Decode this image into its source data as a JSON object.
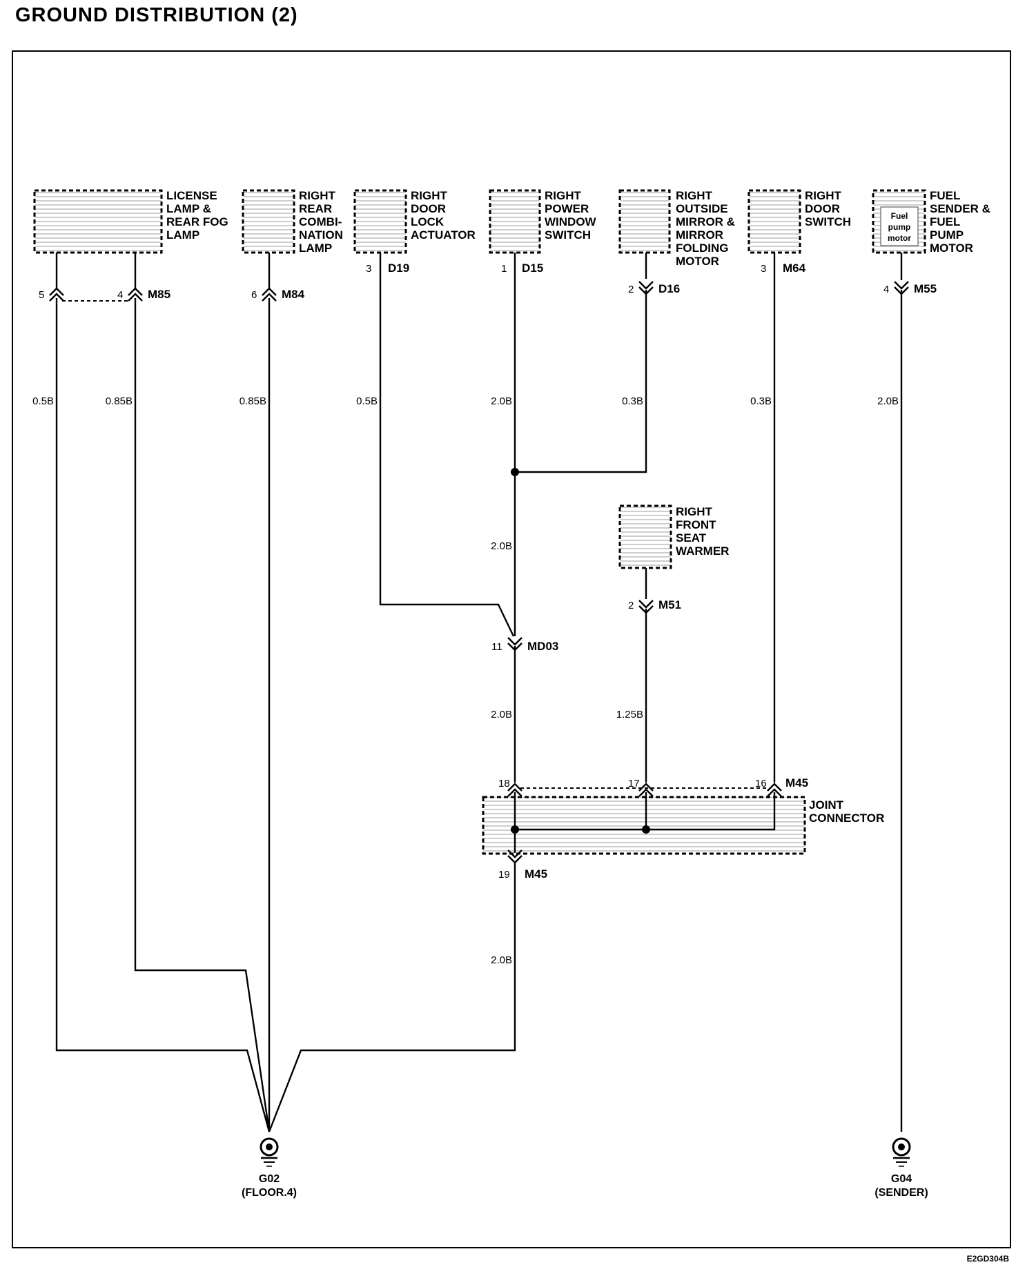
{
  "title": "GROUND DISTRIBUTION (2)",
  "components": {
    "license": {
      "lines": [
        "LICENSE",
        "LAMP &",
        "REAR FOG",
        "LAMP"
      ]
    },
    "rear_combo": {
      "lines": [
        "RIGHT",
        "REAR",
        "COMBI-",
        "NATION",
        "LAMP"
      ]
    },
    "door_lock": {
      "lines": [
        "RIGHT",
        "DOOR",
        "LOCK",
        "ACTUATOR"
      ]
    },
    "power_window": {
      "lines": [
        "RIGHT",
        "POWER",
        "WINDOW",
        "SWITCH"
      ]
    },
    "outside_mirror": {
      "lines": [
        "RIGHT",
        "OUTSIDE",
        "MIRROR &",
        "MIRROR",
        "FOLDING",
        "MOTOR"
      ]
    },
    "door_switch": {
      "lines": [
        "RIGHT",
        "DOOR",
        "SWITCH"
      ]
    },
    "fuel_sender": {
      "lines": [
        "FUEL",
        "SENDER &",
        "FUEL",
        "PUMP",
        "MOTOR"
      ],
      "inner": [
        "Fuel",
        "pump",
        "motor"
      ]
    },
    "seat_warmer": {
      "lines": [
        "RIGHT",
        "FRONT",
        "SEAT",
        "WARMER"
      ]
    },
    "joint_connector": {
      "lines": [
        "JOINT",
        "CONNECTOR"
      ]
    }
  },
  "connectors": {
    "m85": {
      "pin_a": "5",
      "pin_b": "4",
      "code": "M85"
    },
    "m84": {
      "pin": "6",
      "code": "M84"
    },
    "d19": {
      "pin": "3",
      "code": "D19"
    },
    "d15": {
      "pin": "1",
      "code": "D15"
    },
    "d16": {
      "pin": "2",
      "code": "D16"
    },
    "m64": {
      "pin": "3",
      "code": "M64"
    },
    "m55": {
      "pin": "4",
      "code": "M55"
    },
    "m51": {
      "pin": "2",
      "code": "M51"
    },
    "md03": {
      "pin": "11",
      "code": "MD03"
    },
    "m45_in": {
      "pins": [
        "18",
        "17",
        "16"
      ],
      "code": "M45"
    },
    "m45_out": {
      "pin": "19",
      "code": "M45"
    }
  },
  "wire_gauges": {
    "w1": "0.5B",
    "w2": "0.85B",
    "w3": "0.85B",
    "w4": "0.5B",
    "w5": "2.0B",
    "w6": "0.3B",
    "w7": "0.3B",
    "w8": "2.0B",
    "w9": "2.0B",
    "w10": "2.0B",
    "w11": "1.25B",
    "w12": "2.0B"
  },
  "grounds": {
    "g02": {
      "name": "G02",
      "location": "(FLOOR.4)"
    },
    "g04": {
      "name": "G04",
      "location": "(SENDER)"
    }
  },
  "figure_code": "E2GD304B"
}
